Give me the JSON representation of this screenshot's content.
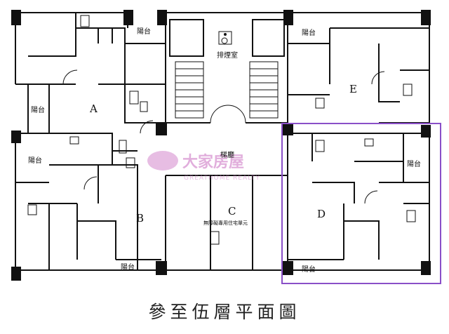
{
  "title": "參至伍層平面圖",
  "units": {
    "A": "A",
    "B": "B",
    "C": "C",
    "D": "D",
    "E": "E"
  },
  "labels": {
    "balcony": "陽台",
    "elevator_hall": "梯廳",
    "machine_room": "排煙室",
    "c_note": "無障礙專用住宅單元"
  },
  "watermark": {
    "main": "大家房屋",
    "sub": "GREATHOME REALTY"
  },
  "colors": {
    "wall": "#111111",
    "highlight": "#8a4fc8",
    "watermark": "#c96cc0"
  }
}
